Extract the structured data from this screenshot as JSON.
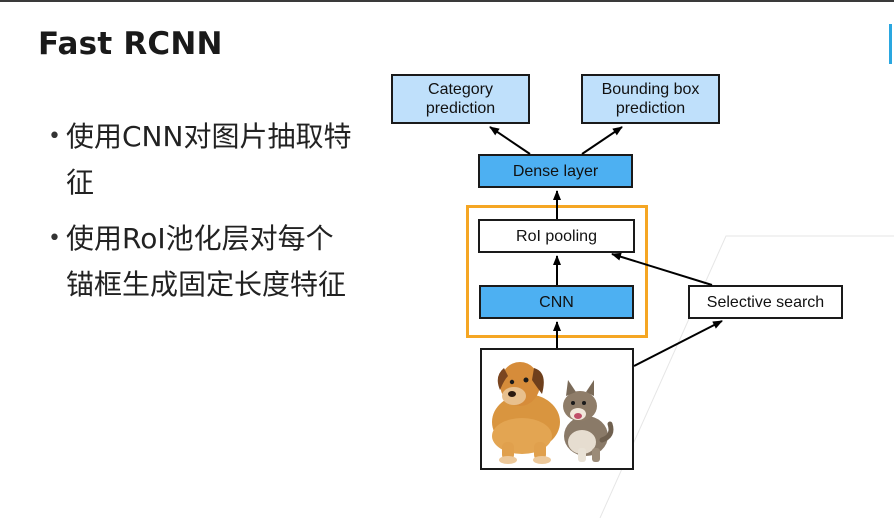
{
  "slide": {
    "title": "Fast RCNN",
    "bullets": [
      {
        "marker": "•",
        "text": "使用CNN对图片抽取特征"
      },
      {
        "marker": "•",
        "text": "使用RoI池化层对每个锚框生成固定长度特征"
      }
    ]
  },
  "diagram": {
    "nodes": {
      "category": "Category prediction",
      "bbox": "Bounding box prediction",
      "dense": "Dense layer",
      "roi": "RoI pooling",
      "cnn": "CNN",
      "selective": "Selective search"
    },
    "colors": {
      "output_box_fill": "#bfe0fb",
      "layer_fill": "#4db0f2",
      "highlight_frame": "#f5a623",
      "arrow": "#000000"
    },
    "image_content": "puppy and kitten photo"
  }
}
